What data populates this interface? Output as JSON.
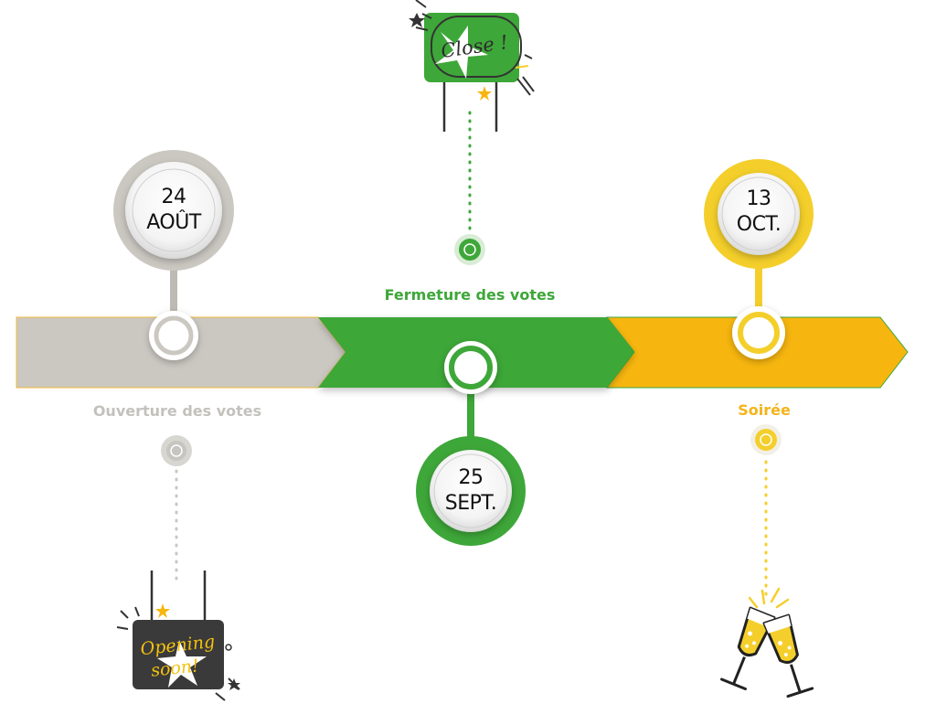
{
  "colors": {
    "gray": "#cbc8c2",
    "gray_dark": "#bdbab3",
    "green": "#3ea739",
    "yellow": "#f7b60f",
    "yellow_light": "#f4cf2b",
    "board_dark": "#3a3a3a"
  },
  "milestones": [
    {
      "label": "Ouverture des votes",
      "date_line1": "24",
      "date_line2": "AOÛT",
      "color": "#cbc8c2",
      "label_color": "#c3c1bb"
    },
    {
      "label": "Fermeture des votes",
      "date_line1": "25",
      "date_line2": "SEPT.",
      "color": "#3ea739",
      "label_color": "#3ea739"
    },
    {
      "label": "Soirée",
      "date_line1": "13",
      "date_line2": "OCT.",
      "color": "#f4cf2b",
      "label_color": "#f3b41a"
    }
  ],
  "signs": {
    "close_text": "Close !",
    "opening_line1": "Opening",
    "opening_line2": "soon!"
  },
  "icons": [
    "close-sign-icon",
    "opening-soon-sign-icon",
    "champagne-glasses-icon"
  ]
}
